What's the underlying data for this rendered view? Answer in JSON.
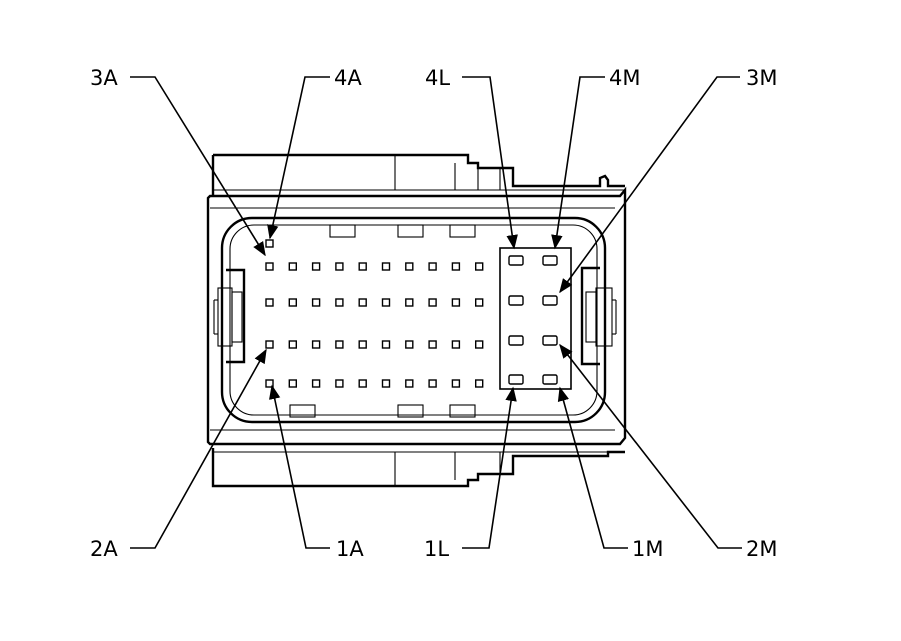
{
  "diagram": {
    "labels": {
      "top": [
        "3A",
        "4A",
        "4L",
        "4M",
        "3M"
      ],
      "bottom": [
        "2A",
        "1A",
        "1L",
        "1M",
        "2M"
      ]
    },
    "pin_grid": {
      "main_rows": 4,
      "main_cols": 10,
      "right_block_rows": 4,
      "right_block_cols": 2
    },
    "colors": {
      "stroke": "#000000",
      "background": "#ffffff"
    }
  }
}
